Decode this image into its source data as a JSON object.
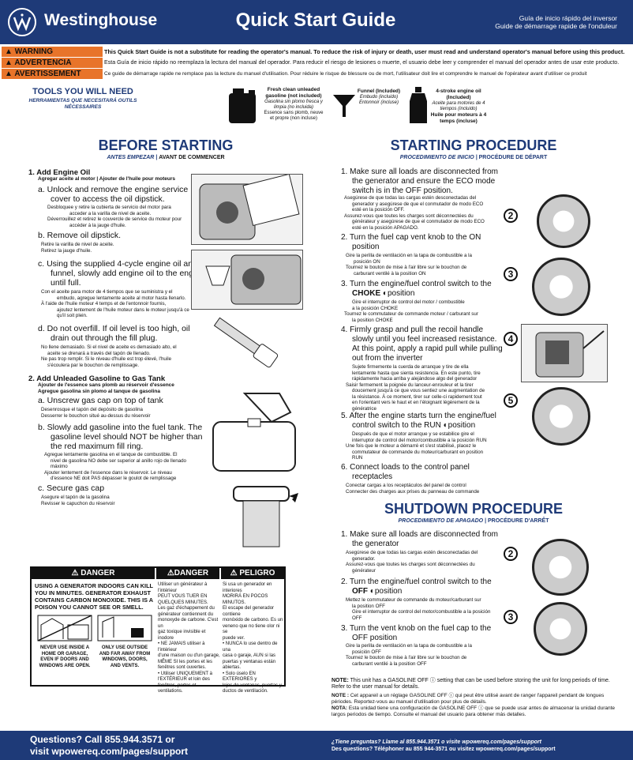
{
  "header": {
    "brand": "Westinghouse",
    "title": "Quick Start Guide",
    "sub_es": "Guía de inicio rápido del inversor",
    "sub_fr": "Guide de démarrage rapide de l'onduleur"
  },
  "warnings": {
    "tag_en": "WARNING",
    "tag_es": "ADVERTENCIA",
    "tag_fr": "AVERTISSEMENT",
    "text_en": "This Quick Start Guide is not a substitute for reading the operator's manual. To reduce the risk of injury or death, user must read and understand operator's manual before using this product.",
    "text_es": "Esta Guía de inicio rápido no reemplaza la lectura del manual del operador. Para reducir el riesgo de lesiones o muerte, el usuario debe leer y comprender el manual del operador antes de usar este producto.",
    "text_fr": "Ce guide de démarrage rapide ne remplace pas la lecture du manuel d'utilisation. Pour réduire le risque de blessure ou de mort, l'utilisateur doit lire et comprendre le manuel de l'opérateur avant d'utiliser ce produit"
  },
  "tools": {
    "title": "TOOLS YOU WILL NEED",
    "sub": "HERRAMIENTAS QUE NECESITARÁ OUTILS NÉCESSAIRES",
    "gasoline_title": "Fresh clean unleaded gasoline (not included)",
    "gasoline_es": "Gasolina sin plomo fresca y limpia (no incluida)",
    "gasoline_fr": "Essence sans plomb, neuve et propre (non incluse)",
    "funnel_title": "Funnel (Included)",
    "funnel_es": "Embudo (incluido)",
    "funnel_fr": "Entonnoir (incluse)",
    "oil_title": "4-stroke engine oil (Included)",
    "oil_es": "Aceite para motores de 4 tiempos (incluido)",
    "oil_fr": "Huile pour moteurs à 4 temps (incluse)"
  },
  "before": {
    "title": "BEFORE STARTING",
    "sub_es": "ANTES EMPEZAR",
    "sub_fr": "AVANT DE COMMENCER",
    "s1_title": "1.  Add Engine Oil",
    "s1_sub": "Agregar aceite al motor | Ajouter de l'huile pour moteurs",
    "a_l1": "a.  Unlock and remove the engine service",
    "a_l2": "cover to access the oil dipstick.",
    "a_es1": "Desbloquee y retire la cubierta de servicio del motor para",
    "a_es2": "acceder a la varilla de nivel de aceite.",
    "a_fr1": "Déverrouillez et retirez le couvercle de service du moteur pour",
    "a_fr2": "accéder à la jauge d'huile.",
    "b_l1": "b.  Remove oil dipstick.",
    "b_es": "Retire la varilla de nivel de aceite.",
    "b_fr": "Retirez la jauge d'huile.",
    "c_l1": "c.  Using the supplied 4-cycle engine oil and",
    "c_l2": "funnel, slowly add engine oil to the engine",
    "c_l3": "until full.",
    "c_es1": "Con el aceite para motor de 4 tiempos que se suministra y el",
    "c_es2": "embudo, agregue lentamente aceite al motor hasta llenarlo.",
    "c_fr1": "À l'aide de l'huile moteur 4 temps et de l'entonnoir fournis,",
    "c_fr2": "ajoutez lentement de l'huile moteur dans le moteur jusqu'à ce",
    "c_fr3": "qu'il soit plein.",
    "d_l1": "d.    Do not overfill. If oil level is too high, oil will",
    "d_l2": "drain out through the fill plug.",
    "d_es1": "No llene demasiado. Si el nivel de aceite es demasiado alto, el",
    "d_es2": "aceite se drenará a través del tapón de llenado.",
    "d_fr1": "Ne pas trop remplir. Si le niveau d'huile est trop élevé, l'huile",
    "d_fr2": "s'écoulera par le bouchon de remplissage.",
    "s2_title": "2.  Add Unleaded Gasoline to Gas Tank",
    "s2_sub1": "Ajouter de l'essence sans plomb au réservoir d'essence",
    "s2_sub2": "Agregue gasolina sin plomo al tanque de gasolina",
    "e_l1": "a.  Unscrew gas cap on top of tank",
    "e_es": "Desenrosque el tapón del depósito de gasolina",
    "e_fr": "Desserrer le bouchon situé au-dessus du réservoir",
    "f_l1": "b.  Slowly add gasoline into the fuel tank. The",
    "f_l2": "gasoline level should NOT be higher than",
    "f_l3": "the red maximum fill ring.",
    "f_es1": "Agregue lentamente gasolina en el tanque de combustible. El",
    "f_es2": "nivel de gasolina NO debe ser superior al anillo rojo de llenado",
    "f_es3": "máximo",
    "f_fr1": "Ajouter lentement de l'essence dans le réservoir. Le niveau",
    "f_fr2": "d'essence NE doit PAS dépasser le goulot de remplissage",
    "g_l1": "c.  Secure gas cap",
    "g_es": "Asegure el tapón de la gasolina",
    "g_fr": "Revisser le capuchon du réservoir"
  },
  "starting": {
    "title": "STARTING PROCEDURE",
    "sub_es": "PROCEDIMIENTO DE INICIO",
    "sub_fr": "PROCÉDURE DE DÉPART",
    "s1_l1": "1.  Make sure all loads are disconnected from",
    "s1_l2": "the generator and ensure the ECO mode",
    "s1_l3": "switch is in the OFF position.",
    "s1_es1": "Asegúrese de que todas las cargas estén desconectadas del",
    "s1_es2": "generador y asegúrese de que el conmutador de modo ECO",
    "s1_es3": "esté en la posición OFF.",
    "s1_fr1": "Assurez-vous que toutes les charges sont déconnectées du",
    "s1_fr2": "générateur y asegúrese de que el conmutador de modo ECO",
    "s1_fr3": "esté en la posición APAGADO.",
    "s2_l1": "2.   Turn the fuel cap vent knob to the ON",
    "s2_l2": "position",
    "s2_es1": "Gire la perilla de ventilación en la tapa de combustible a la",
    "s2_es2": "posición ON",
    "s2_fr1": "Tournez le bouton de mise à l'air libre sur le bouchon de",
    "s2_fr2": "carburant ventilé à la position ON",
    "s3_l1": "3.  Turn the engine/fuel control switch to the",
    "s3_l2": "CHOKE",
    "s3_l2b": "position",
    "s3_es1": "Gire el interruptor de control del motor / combustible",
    "s3_es2": "a la posición CHOKE",
    "s3_fr1": "Tournez le commutateur de commande moteur / carburant sur",
    "s3_fr2": "la position CHOKE",
    "s4_l1": "4.  Firmly grasp and pull the recoil handle",
    "s4_l2": "slowly until you feel increased resistance.",
    "s4_l3": "At this point, apply a rapid pull while pulling",
    "s4_l4": "out from the inverter",
    "s4_es1": "Sujete firmemente la cuerda de arranque y tire de ella",
    "s4_es2": "lentamente hasta que sienta resistencia. En este punto, tire",
    "s4_es3": "rápidamente hacia arriba y alejándose algo del generador",
    "s4_fr1": "Saisir fermement la poignée du lanceur-enrouleur et la tirer",
    "s4_fr2": "doucement jusqu'à ce que vous sentiez une augmentation de",
    "s4_fr3": "la résistance. À ce moment, tirer sur celle-ci rapidement tout",
    "s4_fr4": "en l'orientant vers le haut et en l'éloignant légèrement de la",
    "s4_fr5": "génératrice",
    "s5_l1": "5.  After the engine starts turn the engine/fuel",
    "s5_l2": "control switch to the RUN",
    "s5_l2b": "position",
    "s5_es1": "Después de que el motor arranque y se estabilice gire el",
    "s5_es2": "interruptor de control del motor/combustible a la posición RUN",
    "s5_fr1": "Une fois que le moteur a démarré et s'est stabilisé, placez le",
    "s5_fr2": "commutateur de commande du moteur/carburant en position",
    "s5_fr3": "RUN",
    "s6_l1": "6.  Connect  loads  to  the  control  panel",
    "s6_l2": "receptacles",
    "s6_es": "Conectar cargas a los receptáculos del panel de control",
    "s6_fr": "Connecter des charges aux prises du panneau de commande"
  },
  "shutdown": {
    "title": "SHUTDOWN PROCEDURE",
    "sub_es": "PROCEDIMIENTO DE APAGADO",
    "sub_fr": "PROCÉDURE D'ARRÊT",
    "s1_l1": "1.  Make sure all loads are disconnected from",
    "s1_l2": "the generator",
    "s1_es1": "Asegúrese de que todas las cargas estén desconectadas del",
    "s1_es2": "generador.",
    "s1_fr1": "Assurez-vous que toutes les charges sont déconnectées du",
    "s1_fr2": "générateur",
    "s2_l1": "2.  Turn the engine/fuel control switch to the",
    "s2_l2": "OFF",
    "s2_l2b": "position",
    "s2_fr1": "Mettez le commutateur de commande du moteur/carburant sur",
    "s2_fr2": "la position OFF",
    "s2_es1": "Gire el interruptor de control del motor/combustible a la posición",
    "s2_es2": "OFF",
    "s3_l1": "3.  Turn the vent knob on the fuel cap to the",
    "s3_l2": "OFF position",
    "s3_es1": "Gire la perilla de ventilación en la tapa de combustible a la",
    "s3_es2": "posición OFF",
    "s3_fr1": "Tournez le bouton de mise à l'air libre sur le bouchon de",
    "s3_fr2": "carburant ventilé à la position OFF"
  },
  "notes": {
    "en_label": "NOTE:",
    "en_text": "This unit has a GASOLINE OFF ⓘ setting that can be used before storing the unit for long periods of time. Refer to the user manual for details.",
    "fr_label": "NOTE :",
    "fr_text": "Cet appareil a un réglage GASOLINE OFF ⓘ qui peut être utilisé avant de ranger l'appareil pendant de longues périodes. Reportez-vous au manuel d'utilisation pour plus de détails.",
    "es_label": "NOTA:",
    "es_text": "Esta unidad tiene una configuración de GASOLINE OFF ⓘ que se puede usar antes de almacenar la unidad durante largos periodos de tiempo. Consulte el manual del usuario para obtener más detalles."
  },
  "danger": {
    "head_en": "⚠ DANGER",
    "head_fr": "⚠DANGER",
    "head_es": "⚠ PELIGRO",
    "main_l1": "USING A GENERATOR INDOORS CAN KILL",
    "main_l2": "YOU IN MINUTES. GENERATOR EXHAUST",
    "main_l3": "CONTAINS CARBON MONOXIDE. THIS IS A",
    "main_l4": "POISON YOU CANNOT SEE OR SMELL.",
    "cap1_l1": "NEVER USE INSIDE A",
    "cap1_l2": "HOME OR GARAGE,",
    "cap1_l3": "EVEN IF DOORS AND",
    "cap1_l4": "WINDOWS ARE OPEN.",
    "cap2_l1": "ONLY USE OUTSIDE",
    "cap2_l2": "AND FAR AWAY FROM",
    "cap2_l3": "WINDOWS, DOORS,",
    "cap2_l4": "AND VENTS.",
    "fr_l1": "Utiliser un générateur à l'intérieur",
    "fr_l2": "PEUT VOUS TUER EN",
    "fr_l3": "QUELQUES MINUTES.",
    "fr_l4": "Les gaz d'échappement du",
    "fr_l5": "générateur contiennent du",
    "fr_l6": "monoxyde de carbone. C'est un",
    "fr_l7": "gaz toxique invisible et inodore",
    "fr_l8": "• NE JAMAIS utiliser à l'intérieur",
    "fr_l9": "d'une maison ou d'un garage,",
    "fr_l10": "MÊME SI les portes et les",
    "fr_l11": "fenêtres sont ouvertes.",
    "fr_l12": "• Utiliser UNIQUEMENT à",
    "fr_l13": "l'EXTÉRIEUR et loin des",
    "fr_l14": "fenêtres, portes et",
    "fr_l15": "ventilations.",
    "es_l1": "Si usa un generador en interiores",
    "es_l2": "MORIRÁ EN POCOS MINUTOS.",
    "es_l3": "El escape del generador contiene",
    "es_l4": "monóxido de carbono. Es un",
    "es_l5": "veneno que no tiene olor ni se",
    "es_l6": "puede ver.",
    "es_l7": "• NUNCA lo use dentro de una",
    "es_l8": "casa o garaje, AUN si las",
    "es_l9": "puertas y ventanas están",
    "es_l10": "abiertas.",
    "es_l11": "• Solo úselo EN EXTERIORES y",
    "es_l12": "lejos de ventanas, puertas y",
    "es_l13": "ductos de ventilación."
  },
  "footer": {
    "l1": "Questions? Call 855.944.3571 or",
    "l2": "visit wpowereq.com/pages/support",
    "es": "¿Tiene preguntas? Llame al 855.944.3571 o visite wpowereq.com/pages/support",
    "fr": "Des questions? Téléphoner au 855 944-3571 ou visitez wpowereq.com/pages/support"
  },
  "circles": {
    "n2": "2",
    "n3": "3",
    "n4": "4",
    "n5": "5"
  },
  "colors": {
    "brand": "#1e3a78",
    "warning": "#e8742a"
  }
}
